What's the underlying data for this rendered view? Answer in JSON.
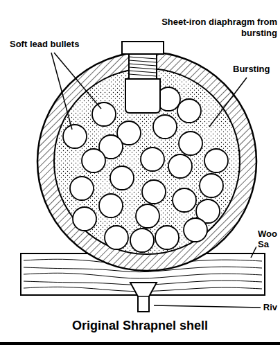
{
  "diagram": {
    "caption": "Original Shrapnel shell",
    "labels": [
      "Sheet-iron diaphragm from bursting",
      "Soft lead bullets",
      "Bursting",
      "Woo",
      "Sa",
      "Riv"
    ]
  }
}
